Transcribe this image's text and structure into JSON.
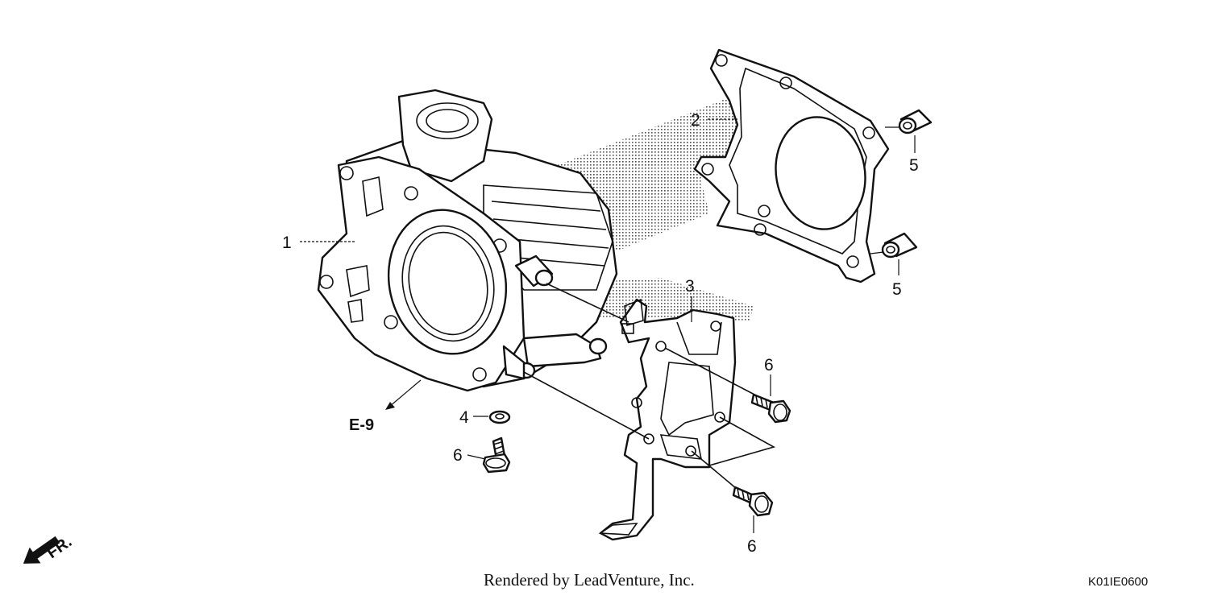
{
  "diagram": {
    "callouts": [
      {
        "id": "cylinder",
        "number": "1"
      },
      {
        "id": "gasket",
        "number": "2"
      },
      {
        "id": "bracket",
        "number": "3"
      },
      {
        "id": "washer",
        "number": "4"
      },
      {
        "id": "dowel-upper",
        "number": "5"
      },
      {
        "id": "dowel-lower",
        "number": "5"
      },
      {
        "id": "bolt-upper",
        "number": "6"
      },
      {
        "id": "bolt-left",
        "number": "6"
      },
      {
        "id": "bolt-lower",
        "number": "6"
      }
    ],
    "reference": "E-9",
    "front_marker": "FR."
  },
  "footer": {
    "credit": "Rendered by LeadVenture, Inc.",
    "code": "K01IE0600"
  }
}
